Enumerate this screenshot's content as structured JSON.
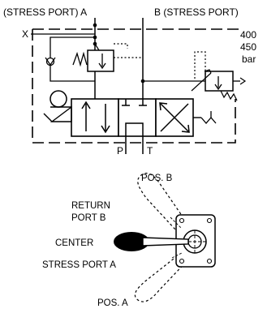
{
  "schematic": {
    "port_a_label": "(STRESS PORT) A",
    "port_b_label": "B (STRESS PORT)",
    "port_x_label": "X",
    "pressure_line1": "400",
    "pressure_line2": "450",
    "pressure_unit": "bar",
    "port_p_label": "P",
    "port_t_label": "T"
  },
  "lever_view": {
    "pos_b_label": "POS. B",
    "return_port_line1": "RETURN",
    "return_port_line2": "PORT B",
    "center_label": "CENTER",
    "stress_port_label": "STRESS PORT A",
    "pos_a_label": "POS. A"
  },
  "colors": {
    "ink": "#000000",
    "background": "#ffffff"
  }
}
